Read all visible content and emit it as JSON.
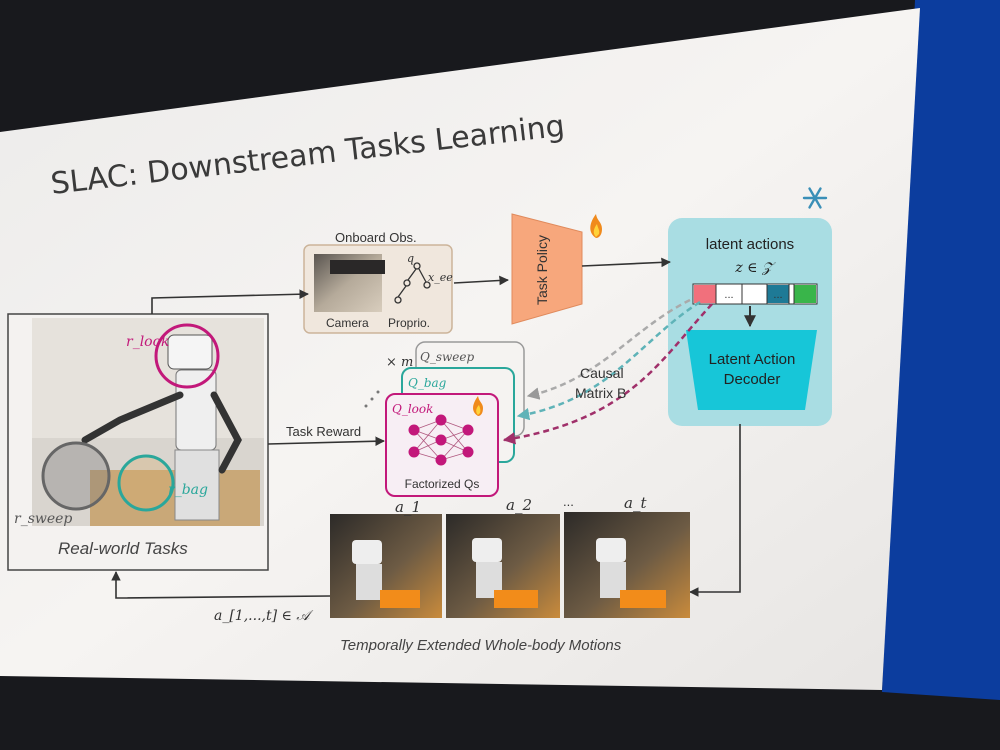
{
  "slide": {
    "title": "SLAC: Downstream Tasks Learning",
    "real_world_tasks_label": "Real-world Tasks",
    "reward_look": "r_look",
    "reward_bag": "r_bag",
    "reward_sweep": "r_sweep",
    "onboard_obs_label": "Onboard Obs.",
    "camera_label": "Camera",
    "proprio_label": "Proprio.",
    "proprio_q": "q",
    "proprio_xee": "x_ee",
    "task_policy_label": "Task Policy",
    "latent_actions_label": "latent actions",
    "latent_set": "z ∈ 𝒵",
    "latent_dots": "...",
    "decoder_label_1": "Latent Action",
    "decoder_label_2": "Decoder",
    "times_m": "× m",
    "q_sweep": "Q_sweep",
    "q_bag": "Q_bag",
    "q_look": "Q_look",
    "factorized_qs_label": "Factorized Qs",
    "causal_label_1": "Causal",
    "causal_label_2": "Matrix B",
    "task_reward_label": "Task Reward",
    "action_a1": "a_1",
    "action_a2": "a_2",
    "action_dots": "...",
    "action_at": "a_t",
    "action_space": "a_[1,...,t] ∈ 𝒜",
    "motions_caption": "Temporally Extended Whole-body Motions"
  },
  "icons": [
    "fire-icon",
    "snowflake-icon"
  ],
  "colors": {
    "policy_fill": "#f7a77c",
    "decoder_fill": "#17c6d8",
    "latent_panel": "#a9dde3",
    "qnet_magenta": "#c2187a",
    "teal": "#2aa79b",
    "slide_bg": "#f4f2f0",
    "right_screen": "#0c3d9e"
  }
}
